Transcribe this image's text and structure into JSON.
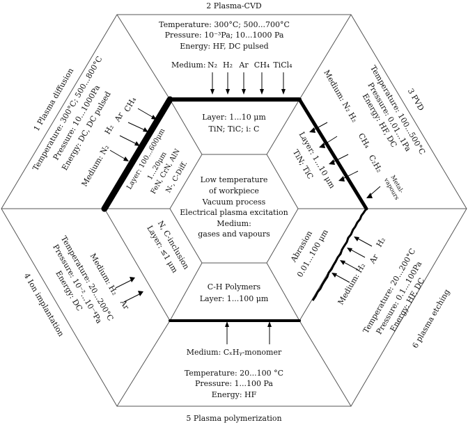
{
  "segments": {
    "plasma_cvd": {
      "title": "2 Plasma-CVD",
      "temperature": "Temperature: 300°C; 500...700°C",
      "pressure": "Pressure: 10⁻³Pa; 10...1000 Pa",
      "energy": "Energy: HF, DC pulsed",
      "medium_label": "Medium:",
      "medium_gases": [
        "N₂",
        "H₂",
        "Ar",
        "CH₄",
        "TiCl₄"
      ],
      "layer": "Layer: 1...10 μm",
      "layer_materials": "TiN; TiC; i: C"
    },
    "pvd": {
      "title": "3 PVD",
      "temperature": "Temperature: 100...500°C",
      "pressure": "Pressure: 0.01...1Pa",
      "energy": "Energy: HF, DC",
      "medium_label": "Medium: N₂ H₂",
      "medium_extra": [
        "CH₄",
        "C₂H₂"
      ],
      "metal_vapours_1": "Metal-",
      "metal_vapours_2": "vapours",
      "layer": "Layer: 1...10 μm",
      "layer_materials": "TiN; TiC"
    },
    "plasma_etching": {
      "title": "6 plasma etching",
      "temperature": "Temperature: 20...200°C",
      "pressure": "Pressure: 0.1...100Pa",
      "energy": "Energy: HF, DC",
      "medium_label": "Medium: H₂",
      "medium_gases": [
        "Ar",
        "H₂"
      ],
      "abrasion": "Abrasion",
      "abrasion_range": "0.01...100 μm"
    },
    "plasma_polymerization": {
      "title": "5 Plasma polymerization",
      "temperature": "Temperature: 20...100 °C",
      "pressure": "Pressure: 1...100 Pa",
      "energy": "Energy: HF",
      "medium": "Medium: CₓHᵧ-monomer",
      "polymers": "C-H Polymers",
      "layer": "Layer: 1...100 μm"
    },
    "ion_implantation": {
      "title": "4 Ion implantation",
      "temperature": "Temperature: 20...200°C",
      "pressure": "Pressure: 10⁻²...10⁻⁴Pa",
      "energy": "Energy: DC",
      "medium_label": "Medium: H₂",
      "medium_gas": "Ar",
      "inclusion": "N, C-inclusion",
      "layer": "Layer: ≤1 μm"
    },
    "plasma_diffusion": {
      "title": "1 Plasma diffusion",
      "temperature": "Temperature: 300°C; 500...800°C",
      "pressure": "Pressure: 10...1000Pa",
      "energy": "Energy: DC, DC pulsed",
      "medium_label": "Medium: N₂",
      "medium_gases": [
        "H₂",
        "Ar",
        "CH₄"
      ],
      "layer": "Layer: 100...600μm",
      "layer_2": "1...20μm",
      "layer_materials": "FeN, CrN, AlN",
      "layer_diff": "N-, C-Diff."
    }
  },
  "center": {
    "line1": "Low temperature",
    "line2": "of workpiece",
    "line3": "Vacuum process",
    "line4": "Electrical plasma excitation",
    "line5": "Medium:",
    "line6": "gases and vapours"
  }
}
